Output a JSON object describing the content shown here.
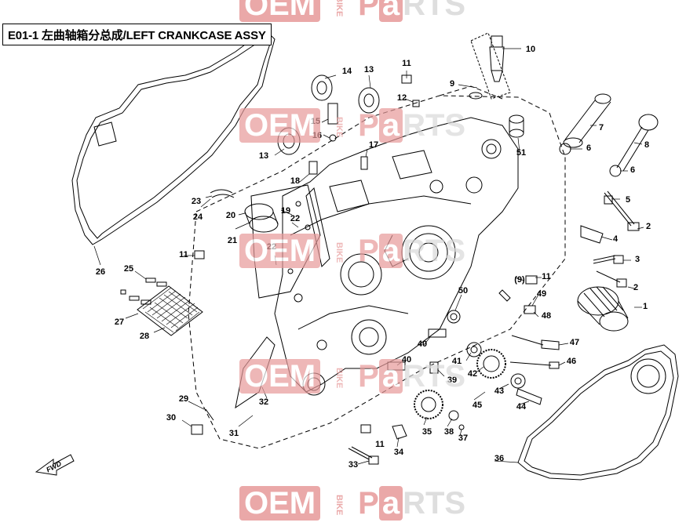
{
  "title": "E01-1 左曲轴箱分总成/LEFT CRANKCASE ASSY",
  "watermark": {
    "oem": "OEM",
    "bike": "BIKE",
    "p": "P",
    "a": "a",
    "rts": "RTS"
  },
  "fwd_label": "FWD",
  "colors": {
    "line": "#000000",
    "watermark": "#e79a9a",
    "background": "#ffffff"
  },
  "callouts": [
    "1",
    "2",
    "2",
    "3",
    "4",
    "5",
    "6",
    "6",
    "7",
    "8",
    "9",
    "10",
    "11",
    "11",
    "11",
    "11",
    "12",
    "13",
    "13",
    "14",
    "15",
    "16",
    "17",
    "18",
    "19",
    "20",
    "21",
    "22",
    "22",
    "23",
    "24",
    "25",
    "26",
    "27",
    "28",
    "29",
    "30",
    "31",
    "32",
    "33",
    "34",
    "35",
    "36",
    "37",
    "38",
    "39",
    "40",
    "40",
    "41",
    "42",
    "43",
    "44",
    "45",
    "46",
    "47",
    "48",
    "49",
    "(9)",
    "50",
    "51"
  ]
}
